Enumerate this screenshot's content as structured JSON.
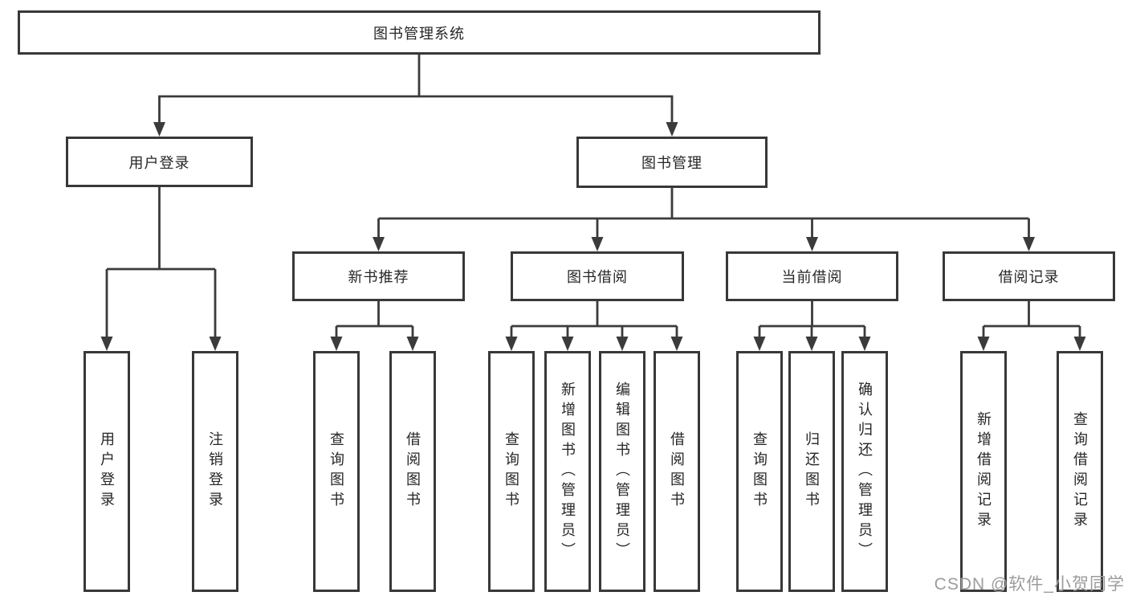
{
  "tree": {
    "root": "图书管理系统",
    "children": [
      {
        "label": "用户登录",
        "children": [
          "用户登录",
          "注销登录"
        ]
      },
      {
        "label": "图书管理",
        "children": [
          {
            "label": "新书推荐",
            "children": [
              "查询图书",
              "借阅图书"
            ]
          },
          {
            "label": "图书借阅",
            "children": [
              "查询图书",
              "新增图书（管理员）",
              "编辑图书（管理员）",
              "借阅图书"
            ]
          },
          {
            "label": "当前借阅",
            "children": [
              "查询图书",
              "归还图书",
              "确认归还（管理员）"
            ]
          },
          {
            "label": "借阅记录",
            "children": [
              "新增借阅记录",
              "查询借阅记录"
            ]
          }
        ]
      }
    ]
  },
  "colors": {
    "line": "#3b3b3b",
    "border": "#383838",
    "text": "#262626",
    "watermark_text": "#9c9c9c"
  },
  "watermark": "CSDN @软件_小贺同学"
}
